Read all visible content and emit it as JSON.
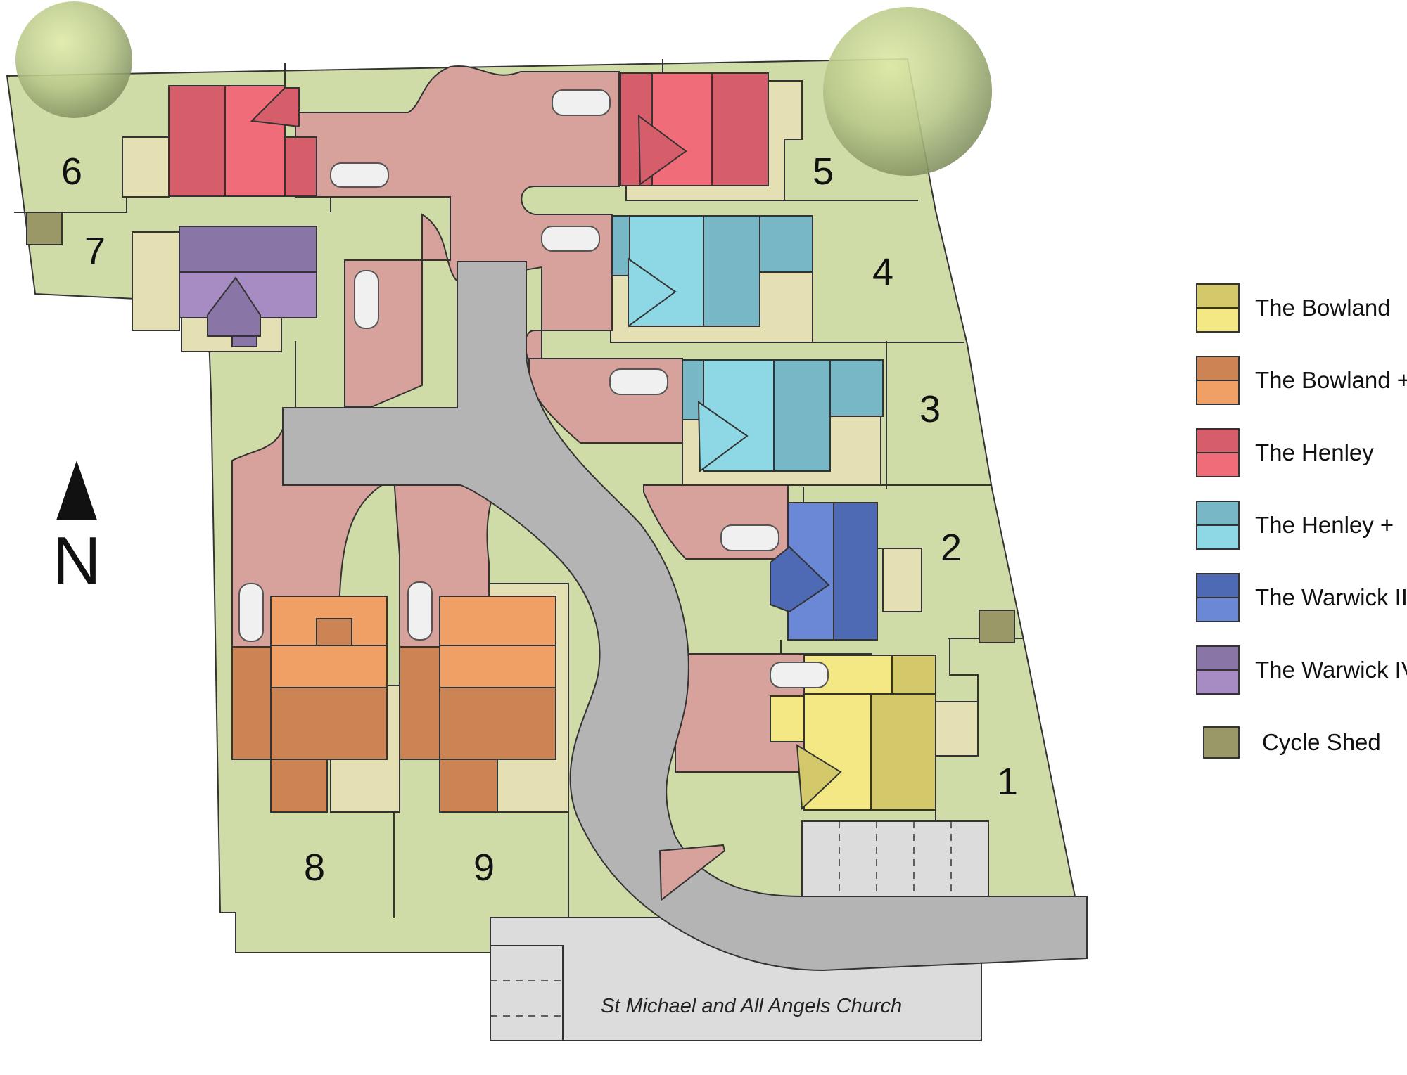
{
  "site": {
    "plots": [
      {
        "number": "1",
        "house_type": "The Bowland"
      },
      {
        "number": "2",
        "house_type": "The Warwick III"
      },
      {
        "number": "3",
        "house_type": "The Henley +"
      },
      {
        "number": "4",
        "house_type": "The Henley +"
      },
      {
        "number": "5",
        "house_type": "The Henley"
      },
      {
        "number": "6",
        "house_type": "The Henley"
      },
      {
        "number": "7",
        "house_type": "The Warwick IV"
      },
      {
        "number": "8",
        "house_type": "The Bowland +"
      },
      {
        "number": "9",
        "house_type": "The Bowland +"
      }
    ],
    "church_label": "St Michael and All Angels Church",
    "north_label": "N"
  },
  "legend": [
    {
      "label": "The Bowland",
      "color_dark": "#d4c96a",
      "color_light": "#f3e884",
      "icon": "house-type-swatch"
    },
    {
      "label": "The Bowland +",
      "color_dark": "#cc8454",
      "color_light": "#f0a064",
      "icon": "house-type-swatch"
    },
    {
      "label": "The Henley",
      "color_dark": "#d65e6a",
      "color_light": "#f06c78",
      "icon": "house-type-swatch"
    },
    {
      "label": "The Henley +",
      "color_dark": "#78b8c6",
      "color_light": "#8ed8e6",
      "icon": "house-type-swatch"
    },
    {
      "label": "The Warwick III",
      "color_dark": "#4e6ab4",
      "color_light": "#6a88d6",
      "icon": "house-type-swatch"
    },
    {
      "label": "The Warwick IV",
      "color_dark": "#8a76a6",
      "color_light": "#a68cc2",
      "icon": "house-type-swatch"
    },
    {
      "label": "Cycle Shed",
      "color_dark": "#9a9866",
      "color_light": "#9a9866",
      "icon": "cycle-shed-swatch"
    }
  ],
  "colors": {
    "garden": "#cfdca8",
    "patio": "#e4e0b4",
    "driveway": "#d8a29c",
    "road": "#b4b4b4",
    "parking": "#dcdcdc",
    "tree": "#c8dc8a"
  }
}
